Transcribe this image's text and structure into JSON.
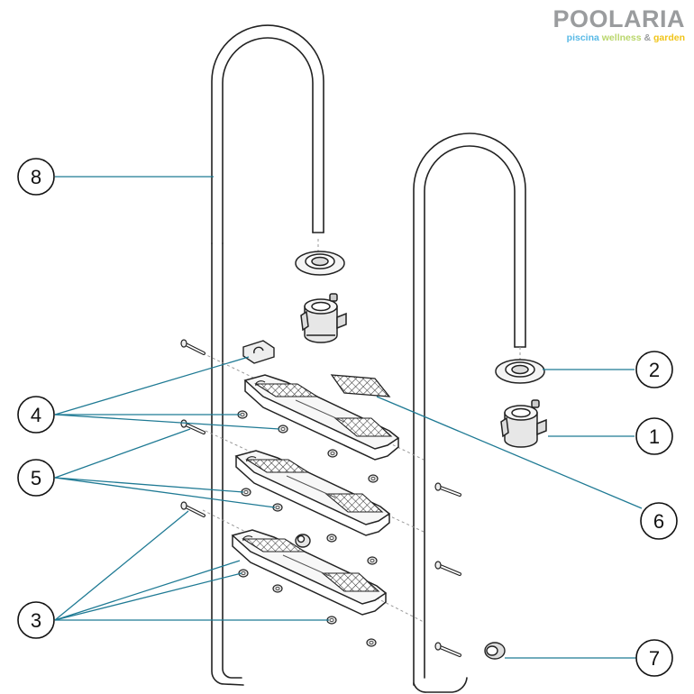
{
  "brand": {
    "name": "POOLARIA",
    "tagline_1": "piscina",
    "tagline_2": "wellness",
    "tagline_amp": "&",
    "tagline_3": "garden",
    "colors": {
      "gray": "#9a9c9e",
      "blue": "#58b9e6",
      "green": "#b9d66b",
      "yellow": "#f0c419"
    }
  },
  "callouts": [
    {
      "id": "callout-1",
      "number": "1",
      "part": "anchor-socket"
    },
    {
      "id": "callout-2",
      "number": "2",
      "part": "escutcheon-plate"
    },
    {
      "id": "callout-3",
      "number": "3",
      "part": "step-screws"
    },
    {
      "id": "callout-4",
      "number": "4",
      "part": "top-step-fixings"
    },
    {
      "id": "callout-5",
      "number": "5",
      "part": "middle-step-fixings"
    },
    {
      "id": "callout-6",
      "number": "6",
      "part": "anti-slip-pad"
    },
    {
      "id": "callout-7",
      "number": "7",
      "part": "end-cap"
    },
    {
      "id": "callout-8",
      "number": "8",
      "part": "handrail-tube"
    }
  ],
  "style": {
    "line_color": "#222222",
    "leader_color": "#1f7a94"
  }
}
